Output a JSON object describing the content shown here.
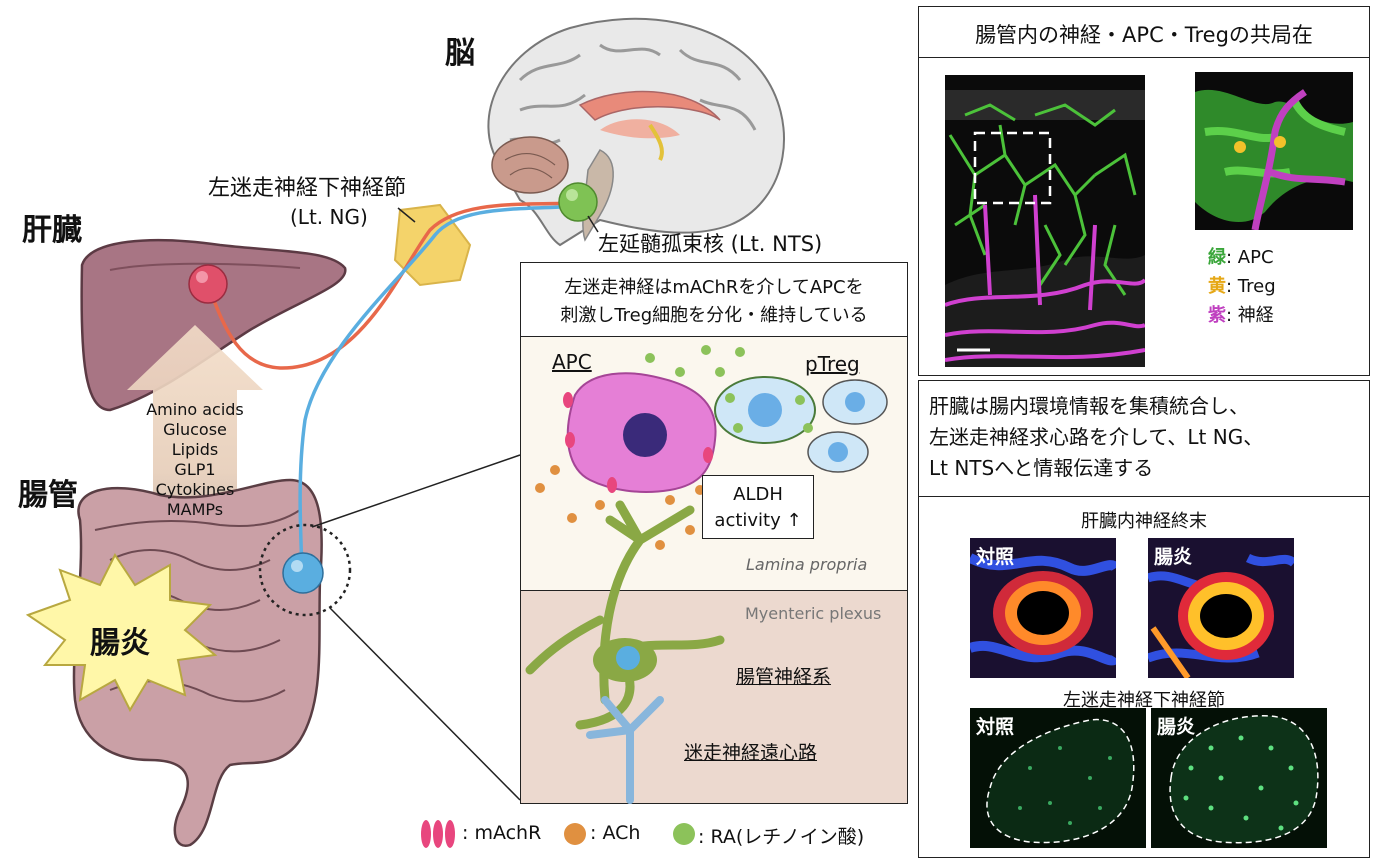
{
  "labels": {
    "brain": "脳",
    "liver": "肝臓",
    "gut": "腸管",
    "ng_name": "左迷走神経下神経節",
    "ng_abbr": "(Lt. NG)",
    "nts": "左延髄孤束核 (Lt. NTS)",
    "enteritis": "腸炎",
    "nutrients": [
      "Amino acids",
      "Glucose",
      "Lipids",
      "GLP1",
      "Cytokines",
      "MAMPs"
    ]
  },
  "center_panel": {
    "title_line1": "左迷走神経はmAChRを介してAPCを",
    "title_line2": "刺激しTreg細胞を分化・維持している",
    "apc": "APC",
    "ptreg": "pTreg",
    "aldh_line1": "ALDH",
    "aldh_line2": "activity ↑",
    "lamina": "Lamina propria",
    "myenteric": "Myenteric plexus",
    "ens": "腸管神経系",
    "efferent": "迷走神経遠心路"
  },
  "legend": {
    "machr": ": mAchR",
    "ach": ": ACh",
    "ra": ": RA(レチノイン酸)"
  },
  "right_top": {
    "title": "腸管内の神経・APC・Tregの共局在",
    "green_char": "緑",
    "green_text": ": APC",
    "yellow_char": "黄",
    "yellow_text": ": Treg",
    "purple_char": "紫",
    "purple_text": ": 神経"
  },
  "right_bottom": {
    "text_line1": "肝臓は腸内環境情報を集積統合し、",
    "text_line2": "左迷走神経求心路を介して、Lt NG、",
    "text_line3": "Lt NTSへと情報伝達する",
    "liver_nerve_title": "肝臓内神経終末",
    "control": "対照",
    "enteritis": "腸炎",
    "ng_title": "左迷走神経下神経節"
  },
  "colors": {
    "afferent": "#e8684a",
    "efferent": "#5aaee0",
    "apc_cell": "#e57fd6",
    "treg_cell": "#cfe7f7",
    "neuron": "#7a9a3a",
    "lamina_bg": "#fbf7ee",
    "myenteric_bg": "#ecd9cf",
    "green_label": "#3aa63a",
    "yellow_label": "#e6a817",
    "purple_label": "#c040c0"
  }
}
